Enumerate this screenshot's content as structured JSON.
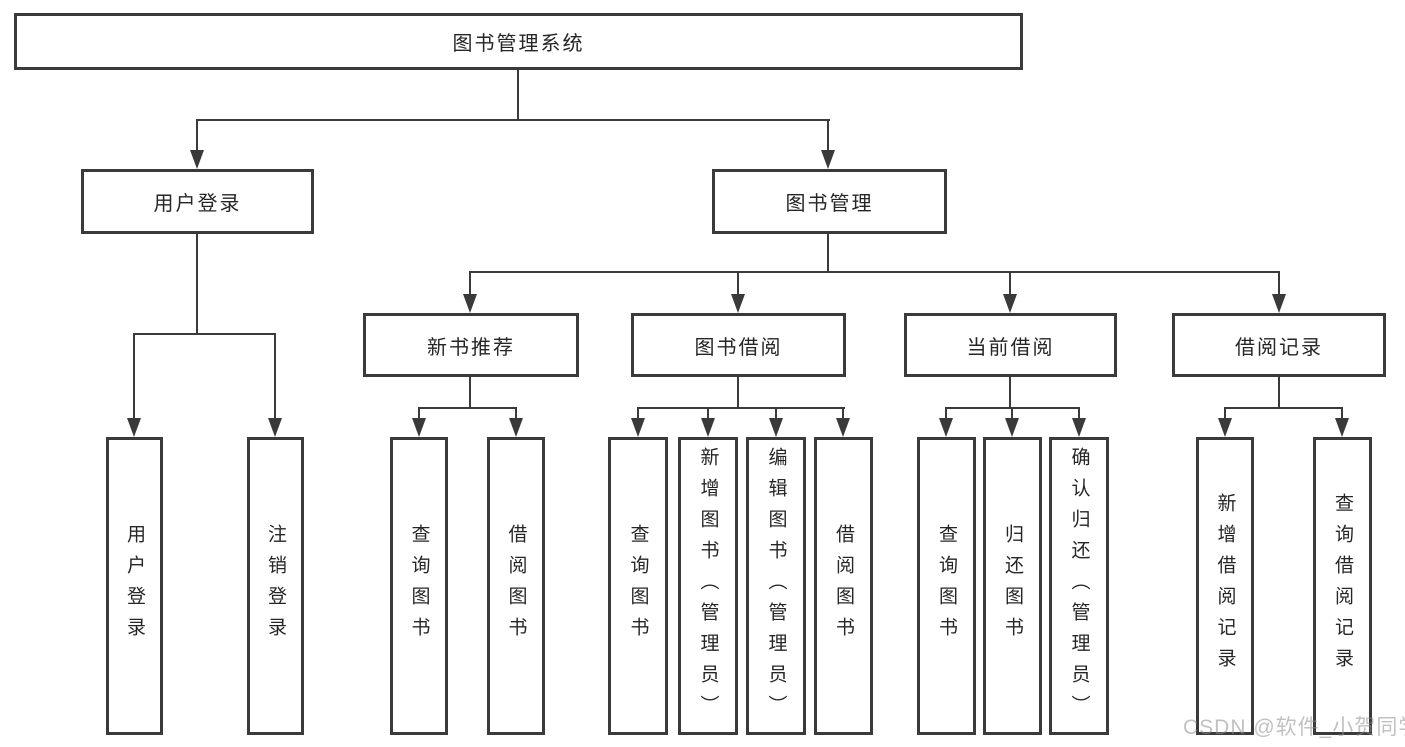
{
  "nodes": {
    "root": "图书管理系统",
    "user_login": "用户登录",
    "book_mgmt": "图书管理",
    "new_book_rec": "新书推荐",
    "book_borrow": "图书借阅",
    "current_borrow": "当前借阅",
    "borrow_record": "借阅记录",
    "leaf_user_login": "用户登录",
    "leaf_logout": "注销登录",
    "leaf_nb_query": "查询图书",
    "leaf_nb_borrow": "借阅图书",
    "leaf_bb_query": "查询图书",
    "leaf_bb_add": "新增图书（管理员）",
    "leaf_bb_edit": "编辑图书（管理员）",
    "leaf_bb_borrow": "借阅图书",
    "leaf_cb_query": "查询图书",
    "leaf_cb_return": "归还图书",
    "leaf_cb_confirm": "确认归还（管理员）",
    "leaf_br_add": "新增借阅记录",
    "leaf_br_query": "查询借阅记录"
  },
  "hierarchy": {
    "图书管理系统": {
      "用户登录": [
        "用户登录",
        "注销登录"
      ],
      "图书管理": {
        "新书推荐": [
          "查询图书",
          "借阅图书"
        ],
        "图书借阅": [
          "查询图书",
          "新增图书（管理员）",
          "编辑图书（管理员）",
          "借阅图书"
        ],
        "当前借阅": [
          "查询图书",
          "归还图书",
          "确认归还（管理员）"
        ],
        "借阅记录": [
          "新增借阅记录",
          "查询借阅记录"
        ]
      }
    }
  },
  "watermark": {
    "text": "CSDN @软件_小贺同学"
  },
  "colors": {
    "line": "#3a3a3a",
    "box_border": "#3a3a3a",
    "text": "#262626",
    "watermark": "#8f8f8f",
    "background": "#ffffff"
  }
}
